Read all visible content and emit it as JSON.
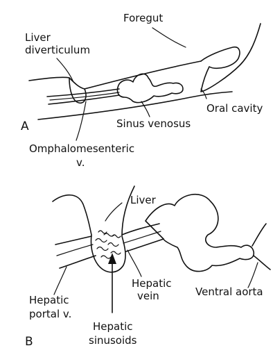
{
  "figure": {
    "panel_a": {
      "letter": "A",
      "labels": {
        "foregut": "Foregut",
        "liver_diverticulum_1": "Liver",
        "liver_diverticulum_2": "diverticulum",
        "oral_cavity": "Oral cavity",
        "sinus_venosus": "Sinus venosus",
        "omphalomesenteric_1": "Omphalomesenteric",
        "omphalomesenteric_2": "v."
      }
    },
    "panel_b": {
      "letter": "B",
      "labels": {
        "liver": "Liver",
        "hepatic_portal_1": "Hepatic",
        "hepatic_portal_2": "portal v.",
        "hepatic_vein_1": "Hepatic",
        "hepatic_vein_2": "vein",
        "ventral_aorta": "Ventral aorta",
        "hepatic_sinusoids_1": "Hepatic",
        "hepatic_sinusoids_2": "sinusoids"
      }
    }
  }
}
